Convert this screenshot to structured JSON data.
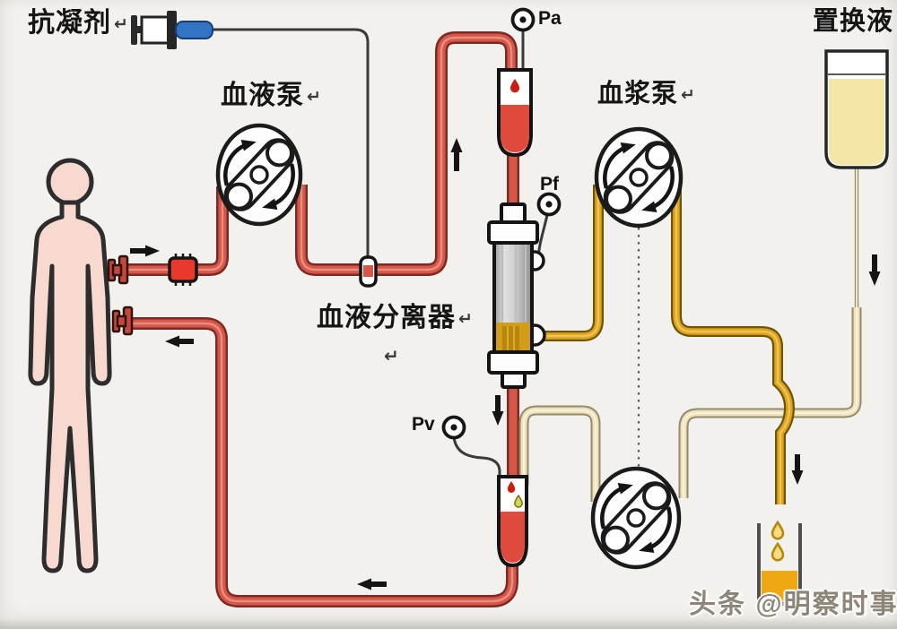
{
  "labels": {
    "anticoagulant": "抗凝剂",
    "blood_pump": "血液泵",
    "plasma_pump": "血浆泵",
    "blood_separator": "血液分离器",
    "replacement_fluid": "置换液",
    "return_mark": "↵"
  },
  "pressure_monitors": {
    "arterial": "Pa",
    "filter": "Pf",
    "venous": "Pv"
  },
  "watermark": {
    "text": "头条 @明察时事"
  },
  "colors": {
    "background": "#f3f1ee",
    "blood_line": "#d6564a",
    "blood_line_outline": "#7d2b22",
    "plasma_line": "#dfa41d",
    "plasma_line_outline": "#6e5408",
    "replacement_line": "#eee2ba",
    "replacement_line_outline": "#928a6c",
    "bag_fluid": "#f4e6a6",
    "waste_fluid": "#efa712",
    "separator_band": "#d29d18",
    "skin": "#f7d9cf",
    "syringe_blue": "#3273c4"
  }
}
